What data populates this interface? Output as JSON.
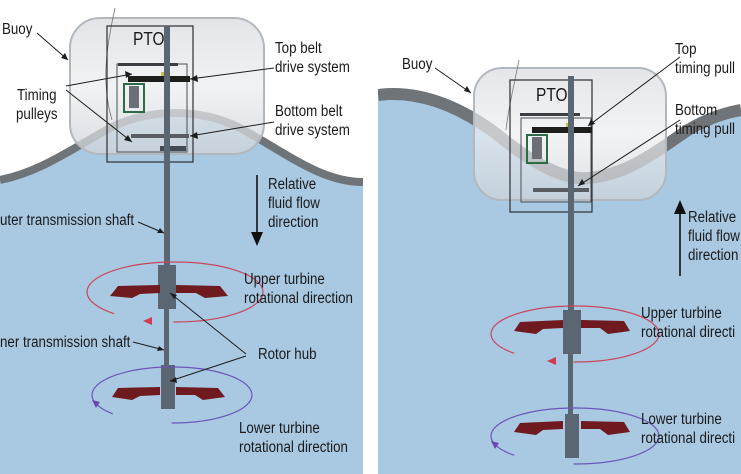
{
  "colors": {
    "water": "#a9c8e2",
    "wave_edge": "#6f7478",
    "shaft": "#5b6673",
    "blade": "#6e1a1f",
    "upper_rotation": "#c9475e",
    "lower_rotation": "#6b56b8",
    "buoy": "#e4e6e9"
  },
  "left_panel": {
    "buoy_label": "Buoy",
    "pto_label": "PTO",
    "timing_pulleys_label": "Timing\npulleys",
    "top_belt_label": "Top belt\ndrive system",
    "bottom_belt_label": "Bottom belt\ndrive system",
    "flow_label": "Relative\nfluid flow\ndirection",
    "flow_direction": "down",
    "outer_shaft_label": "uter transmission shaft",
    "inner_shaft_label": "ner transmission shaft",
    "rotor_hub_label": "Rotor hub",
    "upper_turbine_label": "Upper turbine\nrotational direction",
    "lower_turbine_label": "Lower turbine\nrotational direction"
  },
  "right_panel": {
    "buoy_label": "Buoy",
    "pto_label": "PTO",
    "top_pulley_label": "Top\ntiming pull",
    "bottom_pulley_label": "Bottom\ntiming pull",
    "flow_label": "Relative\nfluid flow\ndirection",
    "flow_direction": "up",
    "upper_turbine_label": "Upper turbine\nrotational directi",
    "lower_turbine_label": "Lower turbine\nrotational directi"
  }
}
